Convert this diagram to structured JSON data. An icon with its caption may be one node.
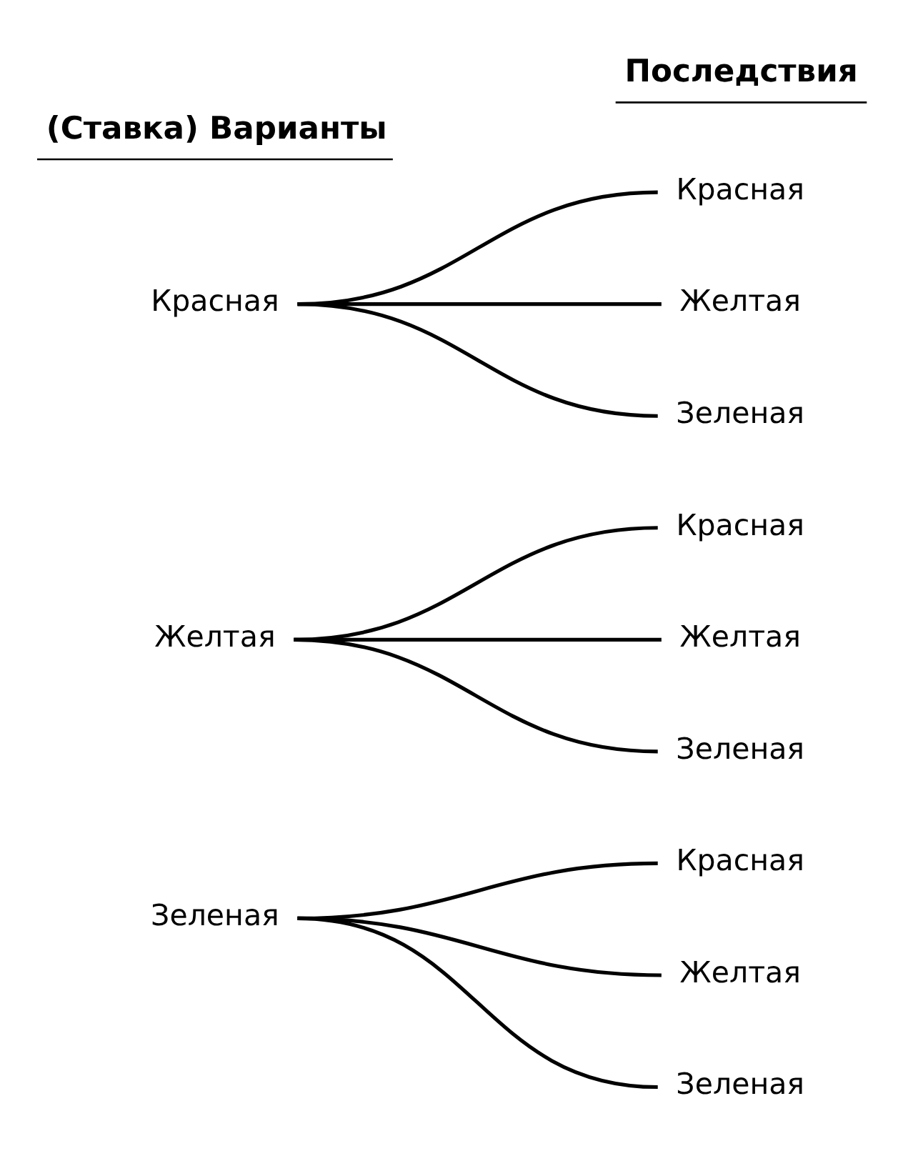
{
  "diagram": {
    "nodes": [
      {
        "text": [
          "Красная"
        ]
      },
      {
        "text": [
          "Красная"
        ]
      },
      {
        "text": [
          "Желтая"
        ]
      },
      {
        "text": [
          "Зеленая"
        ]
      },
      {
        "text": [
          "Желтая"
        ]
      },
      {
        "text": [
          "Красная"
        ]
      },
      {
        "text": [
          "Желтая"
        ]
      },
      {
        "text": [
          "Зеленая"
        ]
      },
      {
        "text": [
          "Зеленая"
        ]
      },
      {
        "text": [
          "Красная"
        ]
      },
      {
        "text": [
          "Желтая"
        ]
      },
      {
        "text": [
          "Зеленая"
        ]
      }
    ],
    "edges": [
      {
        "from": 0,
        "to": 1,
        "arrow": "none"
      },
      {
        "from": 0,
        "to": 2,
        "arrow": "none"
      },
      {
        "from": 0,
        "to": 3,
        "arrow": "none"
      },
      {
        "from": 4,
        "to": 5,
        "arrow": "none"
      },
      {
        "from": 4,
        "to": 6,
        "arrow": "none"
      },
      {
        "from": 4,
        "to": 7,
        "arrow": "none"
      },
      {
        "from": 8,
        "to": 9,
        "arrow": "none"
      },
      {
        "from": 8,
        "to": 10,
        "arrow": "none"
      },
      {
        "from": 8,
        "to": 11,
        "arrow": "none"
      }
    ],
    "labels": [
      "(Ставка) Варианты",
      "Последствия"
    ]
  }
}
